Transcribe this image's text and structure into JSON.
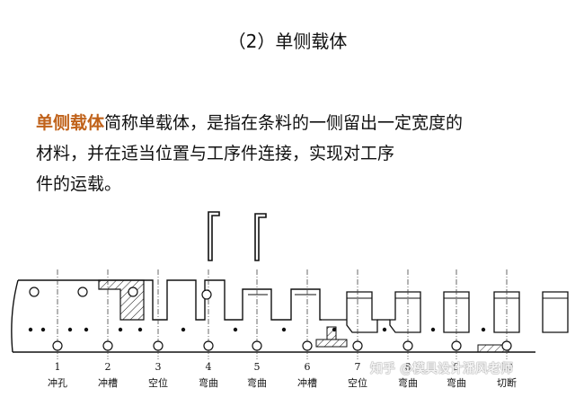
{
  "heading": "（2）单侧载体",
  "definition": {
    "term": "单侧载体",
    "line1": "简称单载体，是指在条料的一侧留出一定宽度的",
    "line2": "材料，并在适当位置与工序件连接，实现对工序",
    "line3": "件的运载。"
  },
  "stations": [
    {
      "num": "1",
      "label": "冲孔"
    },
    {
      "num": "2",
      "label": "冲槽"
    },
    {
      "num": "3",
      "label": "空位"
    },
    {
      "num": "4",
      "label": "弯曲"
    },
    {
      "num": "5",
      "label": "弯曲"
    },
    {
      "num": "6",
      "label": "冲槽"
    },
    {
      "num": "7",
      "label": "空位"
    },
    {
      "num": "8",
      "label": "弯曲"
    },
    {
      "num": "9",
      "label": "弯曲"
    },
    {
      "num": "10",
      "label": "切断"
    }
  ],
  "watermark": "知乎 @模具设计潘风老师"
}
